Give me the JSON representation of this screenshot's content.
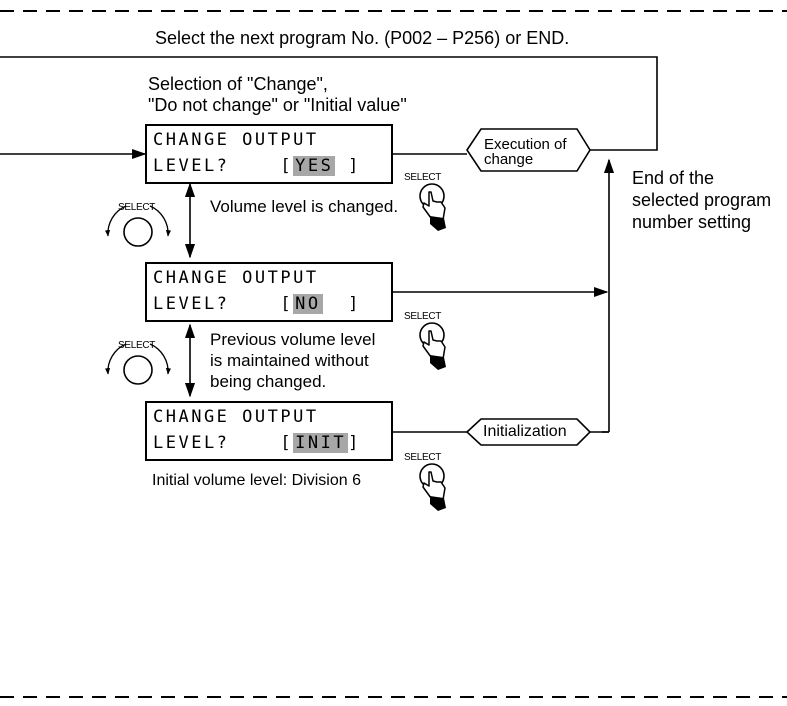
{
  "header": {
    "next_program": "Select the next program No. (P002 – P256) or END."
  },
  "selection_note": {
    "line1": "Selection of \"Change\",",
    "line2": "\"Do not change\" or \"Initial value\""
  },
  "screens": [
    {
      "line1": "CHANGE OUTPUT",
      "line2_prefix": "LEVEL?",
      "open_bracket": "[",
      "option": "YES",
      "close_bracket": "]"
    },
    {
      "line1": "CHANGE OUTPUT",
      "line2_prefix": "LEVEL?",
      "open_bracket": "[",
      "option": "NO",
      "close_bracket": "]"
    },
    {
      "line1": "CHANGE OUTPUT",
      "line2_prefix": "LEVEL?",
      "open_bracket": "[",
      "option": "INIT",
      "close_bracket": "]"
    }
  ],
  "notes": {
    "volume_changed": "Volume level is changed.",
    "previous_maintained": [
      "Previous volume level",
      "is maintained without",
      "being changed."
    ],
    "initial_level": "Initial volume level: Division 6"
  },
  "actions": {
    "execution": [
      "Execution of",
      "change"
    ],
    "initialization": "Initialization"
  },
  "end_note": [
    "End of the",
    "selected program",
    "number setting"
  ],
  "knob_label": "SELECT",
  "button_label": "SELECT"
}
